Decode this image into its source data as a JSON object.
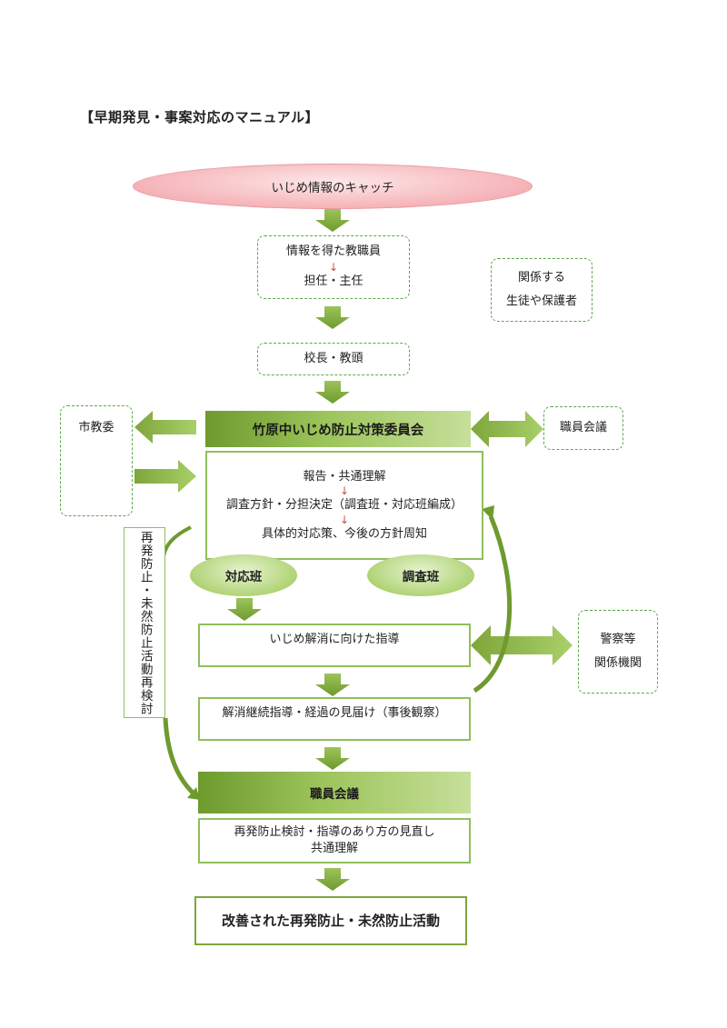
{
  "title": "【早期発見・事案対応のマニュアル】",
  "catch": "いじめ情報のキャッチ",
  "info_box": {
    "line1": "情報を得た教職員",
    "arrow": "↓",
    "line2": "担任・主任"
  },
  "related_students": {
    "line1": "関係する",
    "line2": "生徒や保護者"
  },
  "principal": "校長・教頭",
  "city_board": "市教委",
  "committee": "竹原中いじめ防止対策委員会",
  "staff_meeting_right": "職員会議",
  "report_box": {
    "line1": "報告・共通理解",
    "arrow1": "↓",
    "line2": "調査方針・分担決定（調査班・対応班編成）",
    "arrow2": "↓",
    "line3": "具体的対応策、今後の方針周知"
  },
  "side_vertical": "再発防止・未然防止活動再検討",
  "team_response": "対応班",
  "team_survey": "調査班",
  "guidance": "いじめ解消に向けた指導",
  "police": {
    "line1": "警察等",
    "line2": "関係機関"
  },
  "followup": "解消継続指導・経過の見届け（事後観察）",
  "staff_meeting": "職員会議",
  "review": {
    "line1": "再発防止検討・指導のあり方の見直し",
    "line2": "共通理解"
  },
  "final": "改善された再発防止・未然防止活動",
  "colors": {
    "green_dark": "#6e9a2e",
    "green_light": "#c6df9a",
    "pink": "#f4a7ad",
    "accent_red": "#c0504d"
  }
}
